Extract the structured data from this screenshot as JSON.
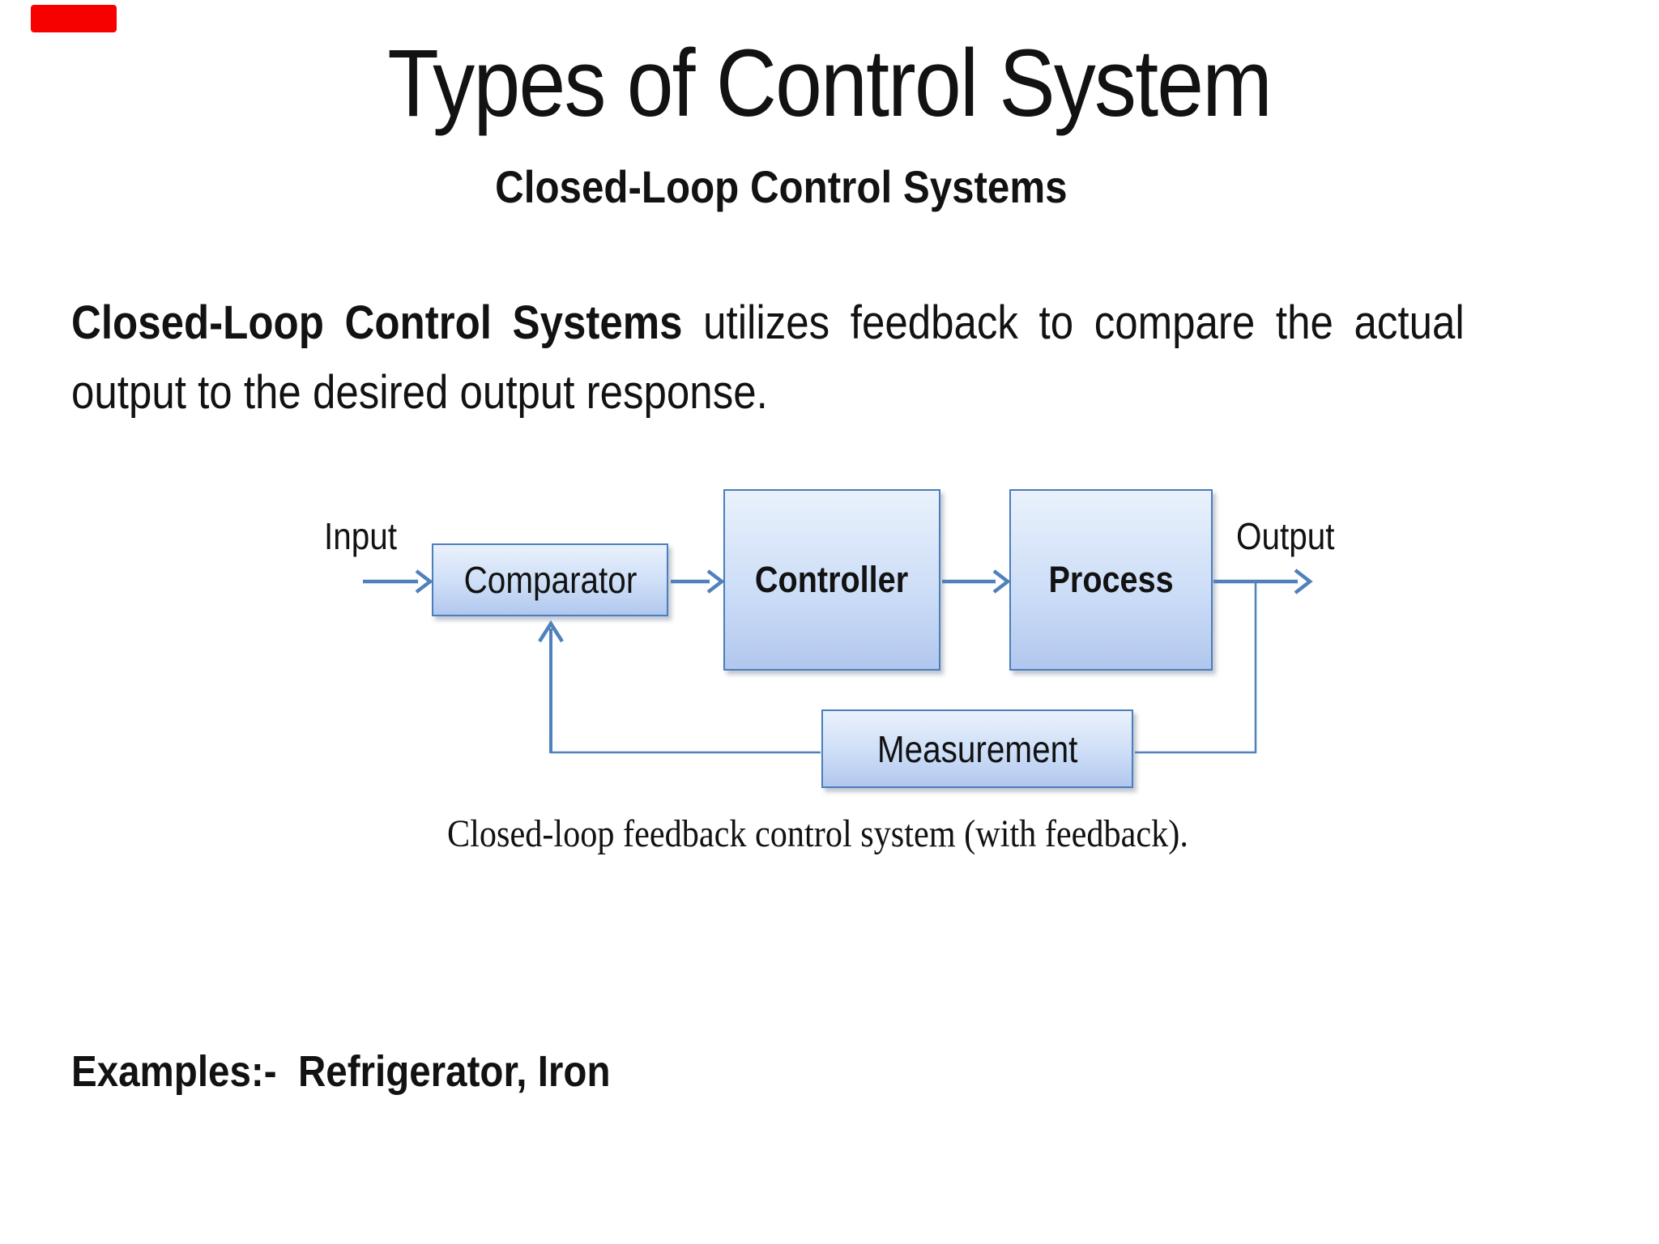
{
  "slide": {
    "title": "Types of Control System",
    "subtitle": "Closed-Loop Control Systems",
    "body": {
      "bold": "Closed-Loop Control Systems",
      "line1_rest": " utilizes feedback to compare the actual",
      "line2": "output to the desired output response."
    },
    "diagram": {
      "input_label": "Input",
      "output_label": "Output",
      "blocks": {
        "comparator": "Comparator",
        "controller": "Controller",
        "process": "Process",
        "measurement": "Measurement"
      },
      "caption": "Closed-loop feedback control system (with feedback)."
    },
    "examples": "Examples:-  Refrigerator, Iron",
    "colors": {
      "accent_blue": "#4f81bd",
      "box_border_blue": "#4a7ebc",
      "box_fill_top": "#eaf1fc",
      "box_fill_bottom": "#b2c7ee",
      "marker_red": "#f70000",
      "text": "#121212"
    }
  }
}
